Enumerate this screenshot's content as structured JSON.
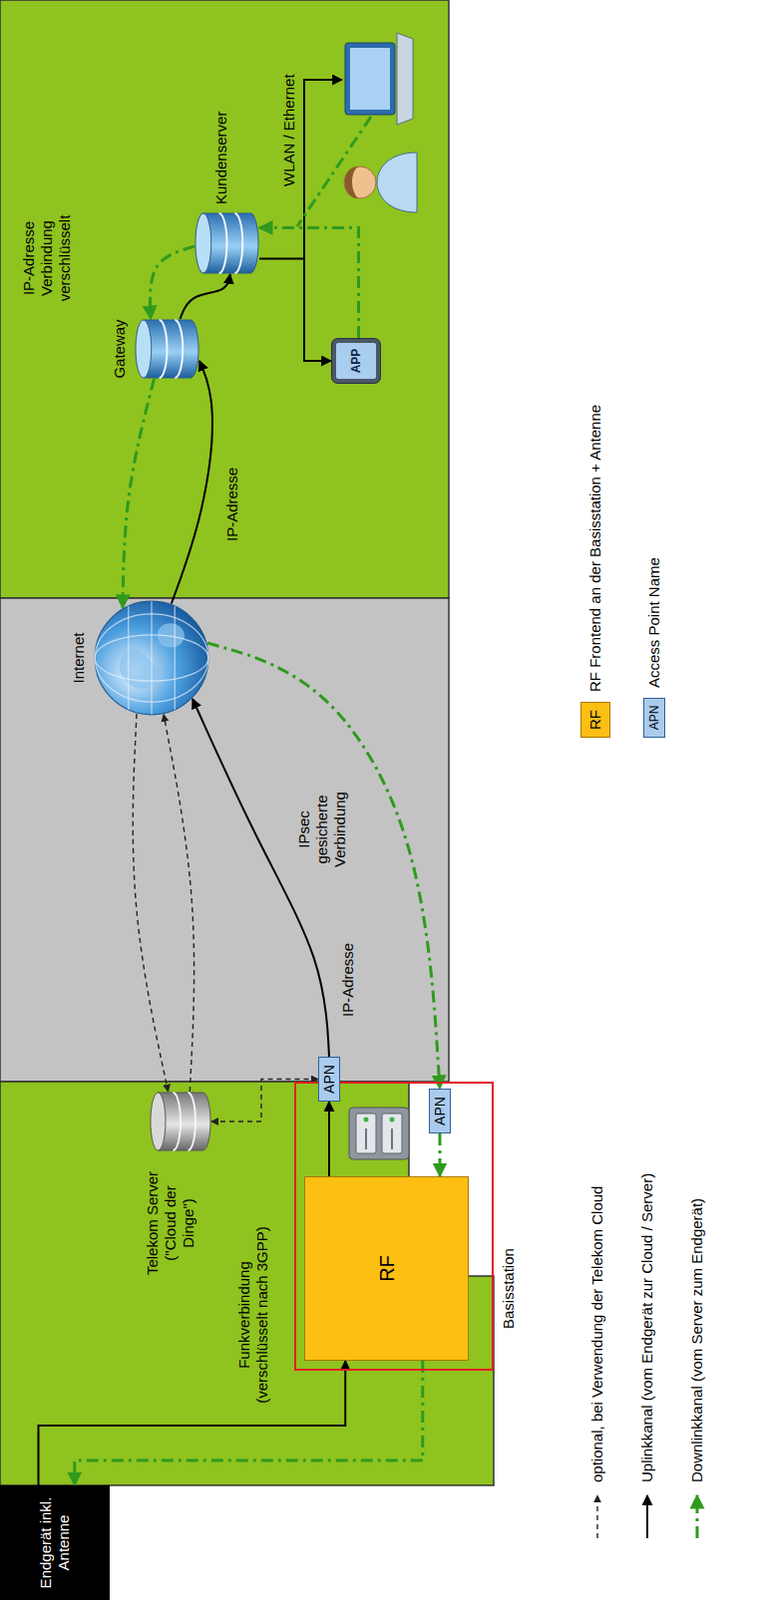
{
  "diagram": {
    "nodes": [
      {
        "text": [
          "Endgerät inkl. Antenne"
        ]
      },
      {
        "text": [
          "Basisstation"
        ]
      },
      {
        "text": [
          "RF"
        ],
        "in": 1
      },
      {
        "text": [
          "APN"
        ],
        "in": 1
      },
      {
        "text": [
          "APN"
        ],
        "in": 1
      },
      {
        "text": [
          "Telekom Server (\"Cloud der Dinge\")"
        ]
      },
      {
        "text": [
          "Internet"
        ]
      },
      {
        "text": [
          "Gateway"
        ]
      },
      {
        "text": [
          "Kundenserver"
        ]
      },
      {
        "text": [
          "APP"
        ]
      }
    ],
    "edges": [
      {
        "from": 0,
        "to": 2,
        "arrow": "to"
      },
      {
        "from": 2,
        "to": 0,
        "arrow": "to"
      },
      {
        "from": 2,
        "to": 3,
        "arrow": "to"
      },
      {
        "from": 4,
        "to": 2,
        "arrow": "to"
      },
      {
        "from": 3,
        "to": 6,
        "arrow": "to"
      },
      {
        "from": 6,
        "to": 4,
        "arrow": "to"
      },
      {
        "from": 6,
        "to": 7,
        "arrow": "to"
      },
      {
        "from": 7,
        "to": 6,
        "arrow": "to"
      },
      {
        "from": 7,
        "to": 8,
        "arrow": "to"
      },
      {
        "from": 8,
        "to": 7,
        "arrow": "to"
      },
      {
        "from": 8,
        "to": 9,
        "arrow": "to"
      },
      {
        "from": 9,
        "to": 8,
        "arrow": "to"
      },
      {
        "from": 5,
        "to": 3,
        "arrow": "both"
      },
      {
        "from": 6,
        "to": 5,
        "arrow": "to"
      },
      {
        "from": 5,
        "to": 6,
        "arrow": "to"
      }
    ],
    "labels": [
      "Funkverbindung (verschlüsselt nach 3GPP)",
      "IP-Adresse",
      "IPsec gesicherte Verbindung",
      "IP-Adresse",
      "IP-Adresse Verbindung verschlüsselt",
      "WLAN / Ethernet",
      "RF",
      "APN"
    ],
    "legend": [
      {
        "text": "optional, bei Verwendung der Telekom Cloud"
      },
      {
        "text": "Uplinkkanal (vom Endgerät zur Cloud / Server)"
      },
      {
        "text": "Downlinkkanal (vom Server zum Endgerät)"
      },
      {
        "text": "RF Frontend an der Basisstation + Antenne",
        "color": "#fcbf12"
      },
      {
        "text": "Access Point Name",
        "color": "#a9cbee"
      }
    ]
  }
}
